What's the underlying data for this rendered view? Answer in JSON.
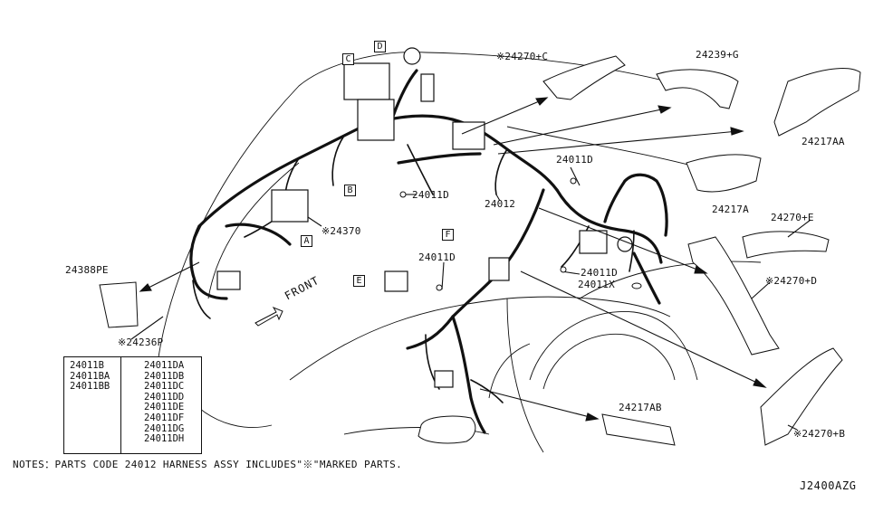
{
  "callouts": {
    "c24270C": "※24270+C",
    "c24239G": "24239+G",
    "c24217AA": "24217AA",
    "c24011D_top": "24011D",
    "c24217A": "24217A",
    "c24270E": "24270+E",
    "c24012": "24012",
    "c24011D_mid": "24011D",
    "c24370": "※24370",
    "c24011D_left": "24011D",
    "c24011D_right": "24011D",
    "c24011X": "24011X",
    "c24270D": "※24270+D",
    "c24388PE": "24388PE",
    "c24236P": "※24236P",
    "c24217AB": "24217AB",
    "c24270B": "※24270+B"
  },
  "section_boxes": {
    "A": "A",
    "B": "B",
    "C": "C",
    "D": "D",
    "E": "E",
    "F": "F"
  },
  "front_label": "FRONT",
  "legend": {
    "left": [
      "24011B",
      "24011BA",
      "24011BB"
    ],
    "right": [
      "24011DA",
      "24011DB",
      "24011DC",
      "24011DD",
      "24011DE",
      "24011DF",
      "24011DG",
      "24011DH"
    ]
  },
  "notes": "NOTES：PARTS CODE 24012 HARNESS ASSY INCLUDES\"※\"MARKED PARTS.",
  "diagram_code": "J2400AZG"
}
